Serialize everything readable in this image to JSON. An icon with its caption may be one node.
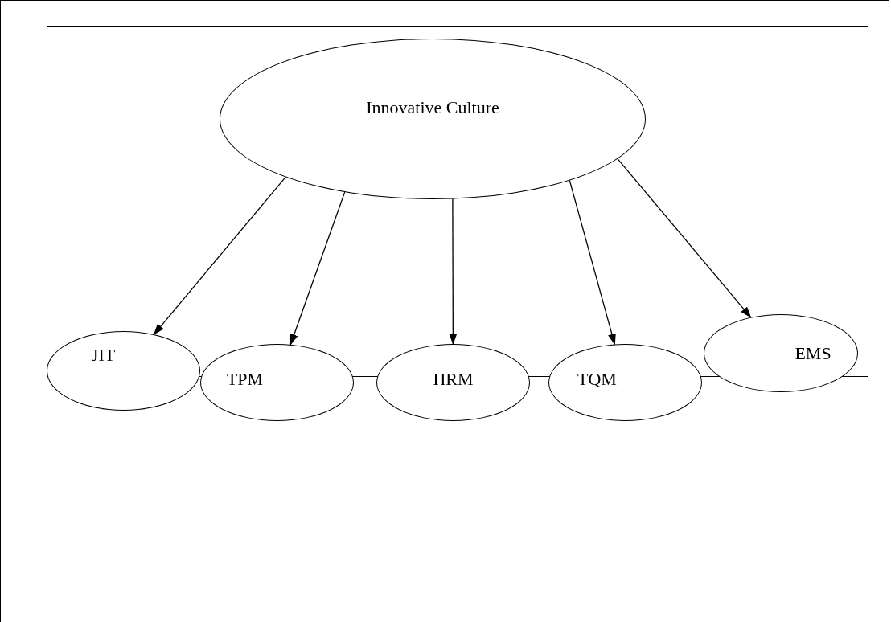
{
  "diagram": {
    "nodes": [
      {
        "text": [
          "Innovative Culture"
        ]
      },
      {
        "text": [
          "JIT"
        ]
      },
      {
        "text": [
          "TPM"
        ]
      },
      {
        "text": [
          "HRM"
        ]
      },
      {
        "text": [
          "TQM"
        ]
      },
      {
        "text": [
          "EMS"
        ]
      }
    ],
    "edges": [
      {
        "from": 0,
        "to": 1,
        "arrow": "to"
      },
      {
        "from": 0,
        "to": 2,
        "arrow": "to"
      },
      {
        "from": 0,
        "to": 3,
        "arrow": "to"
      },
      {
        "from": 0,
        "to": 4,
        "arrow": "to"
      },
      {
        "from": 0,
        "to": 5,
        "arrow": "to"
      }
    ]
  }
}
